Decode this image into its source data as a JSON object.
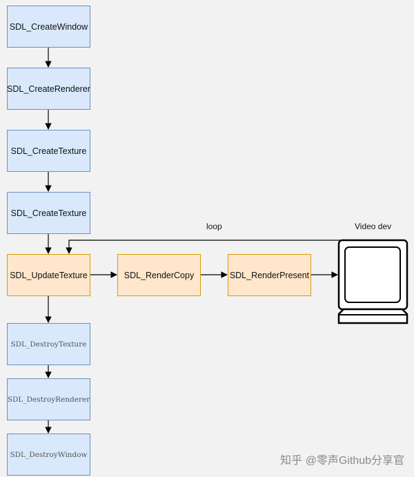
{
  "nodes": {
    "create_window": "SDL_CreateWindow",
    "create_renderer": "SDL_CreateRenderer",
    "create_texture_1": "SDL_CreateTexture",
    "create_texture_2": "SDL_CreateTexture",
    "update_texture": "SDL_UpdateTexture",
    "render_copy": "SDL_RenderCopy",
    "render_present": "SDL_RenderPresent",
    "destroy_texture": "SDL_DestroyTexture",
    "destroy_renderer": "SDL_DestroyRenderer",
    "destroy_window": "SDL_DestroyWindow"
  },
  "labels": {
    "loop": "loop",
    "video_dev": "Video dev"
  },
  "watermark": "知乎 @零声Github分享官",
  "colors": {
    "blue_fill": "#dae8fc",
    "blue_border": "#6c8ebf",
    "orange_fill": "#ffe6cc",
    "orange_border": "#d79b00",
    "background": "#f2f2f2"
  },
  "icons": {
    "video_dev": "monitor-icon"
  }
}
